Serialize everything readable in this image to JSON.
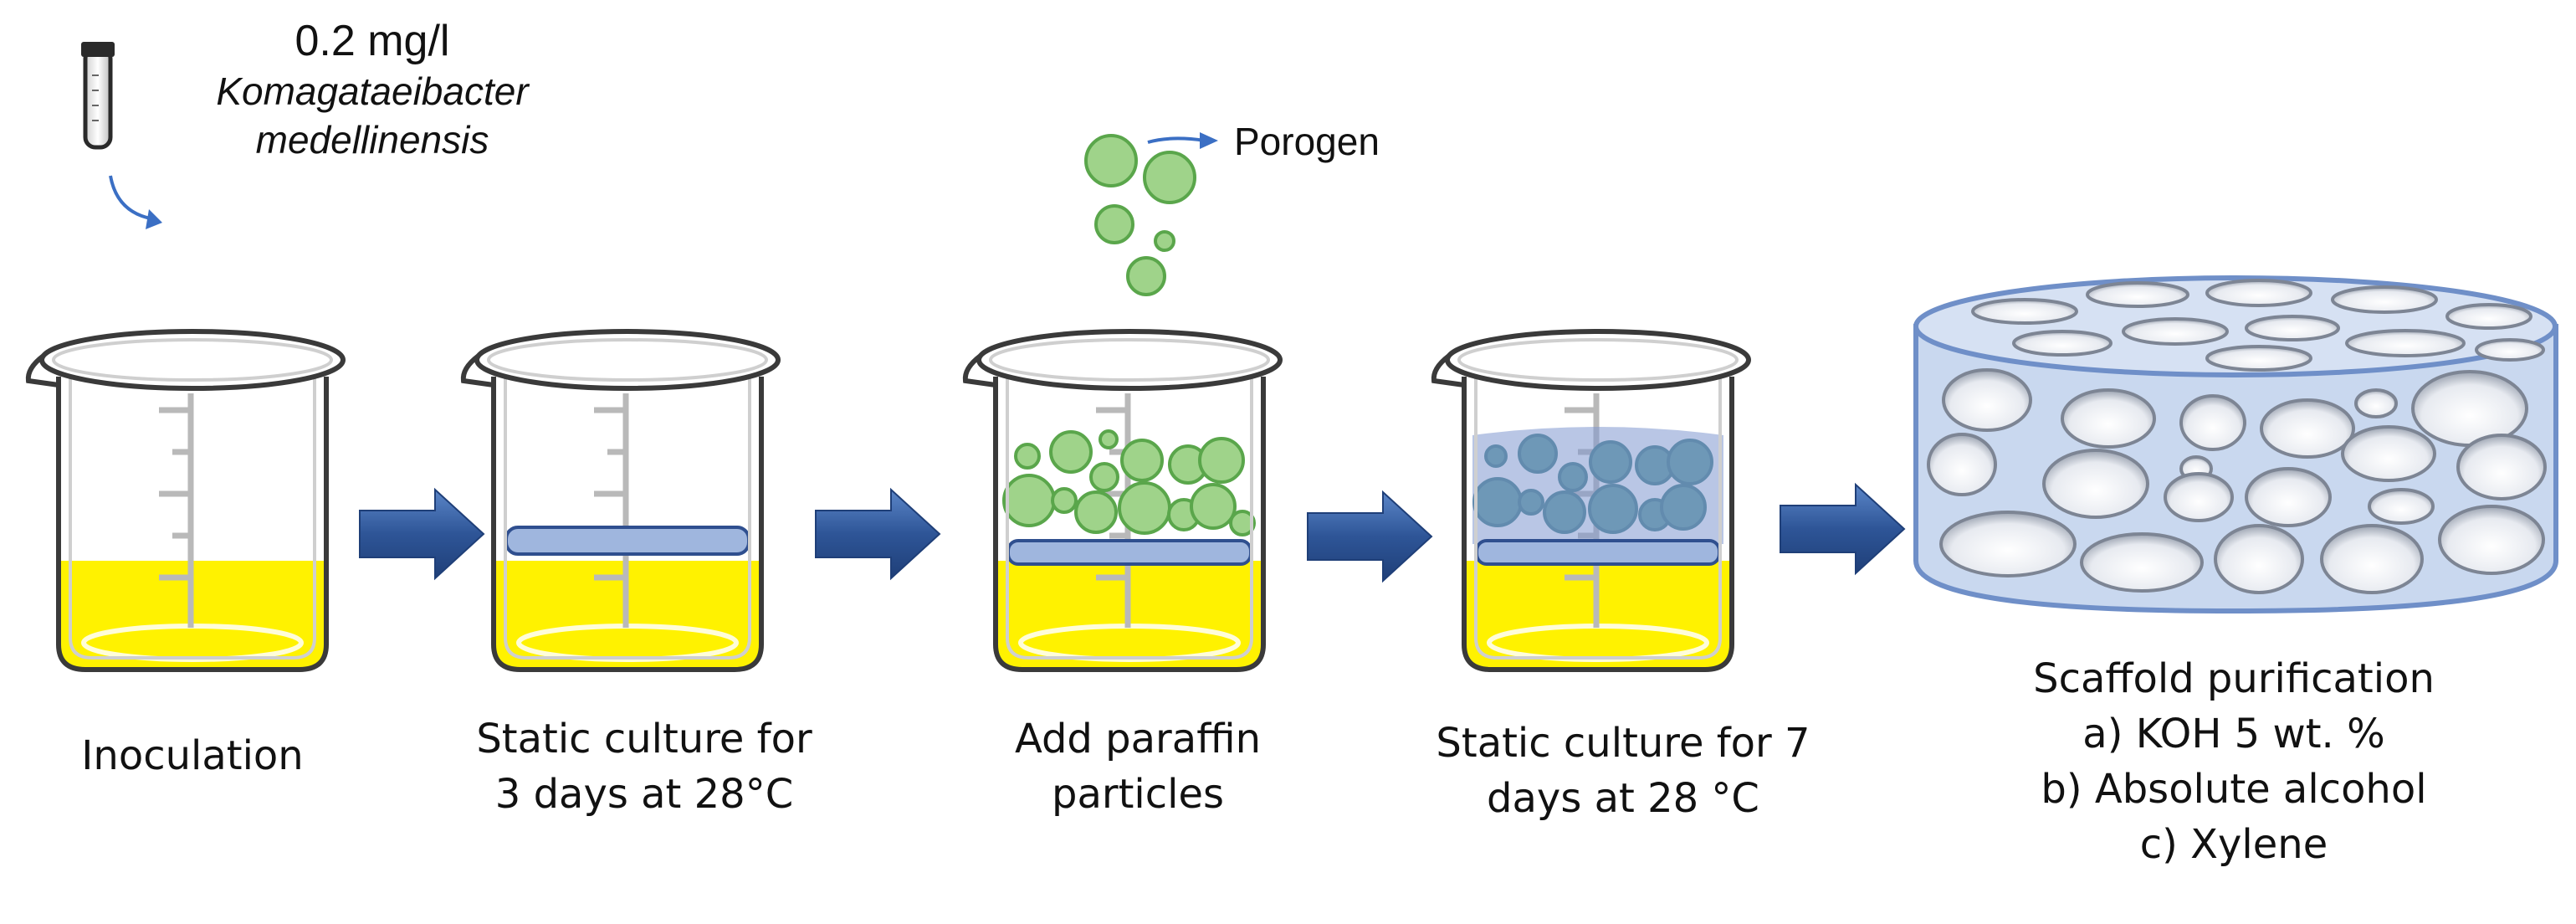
{
  "inoculum": {
    "concentration": "0.2 mg/l",
    "organism_line1": "Komagataeibacter",
    "organism_line2": "medellinensis",
    "icon": "test-tube-icon"
  },
  "porogen_label": "Porogen",
  "steps": [
    {
      "lines": [
        "Inoculation"
      ]
    },
    {
      "lines": [
        "Static culture for",
        "3 days at 28°C"
      ]
    },
    {
      "lines": [
        "Add paraffin",
        "particles"
      ]
    },
    {
      "lines": [
        "Static culture for 7",
        "days at 28 °C"
      ]
    },
    {
      "lines": [
        "Scaffold purification",
        "a) KOH 5 wt. %",
        "b) Absolute alcohol",
        "c) Xylene"
      ]
    }
  ],
  "colors": {
    "medium": "#fff200",
    "pellicle": "#9fb6de",
    "pellicle_stroke": "#2f4f8f",
    "porogen": "#9fd38a",
    "porogen_stroke": "#5aa64b",
    "arrow": "#2e5597",
    "scaffold": "#c9d8ef"
  }
}
